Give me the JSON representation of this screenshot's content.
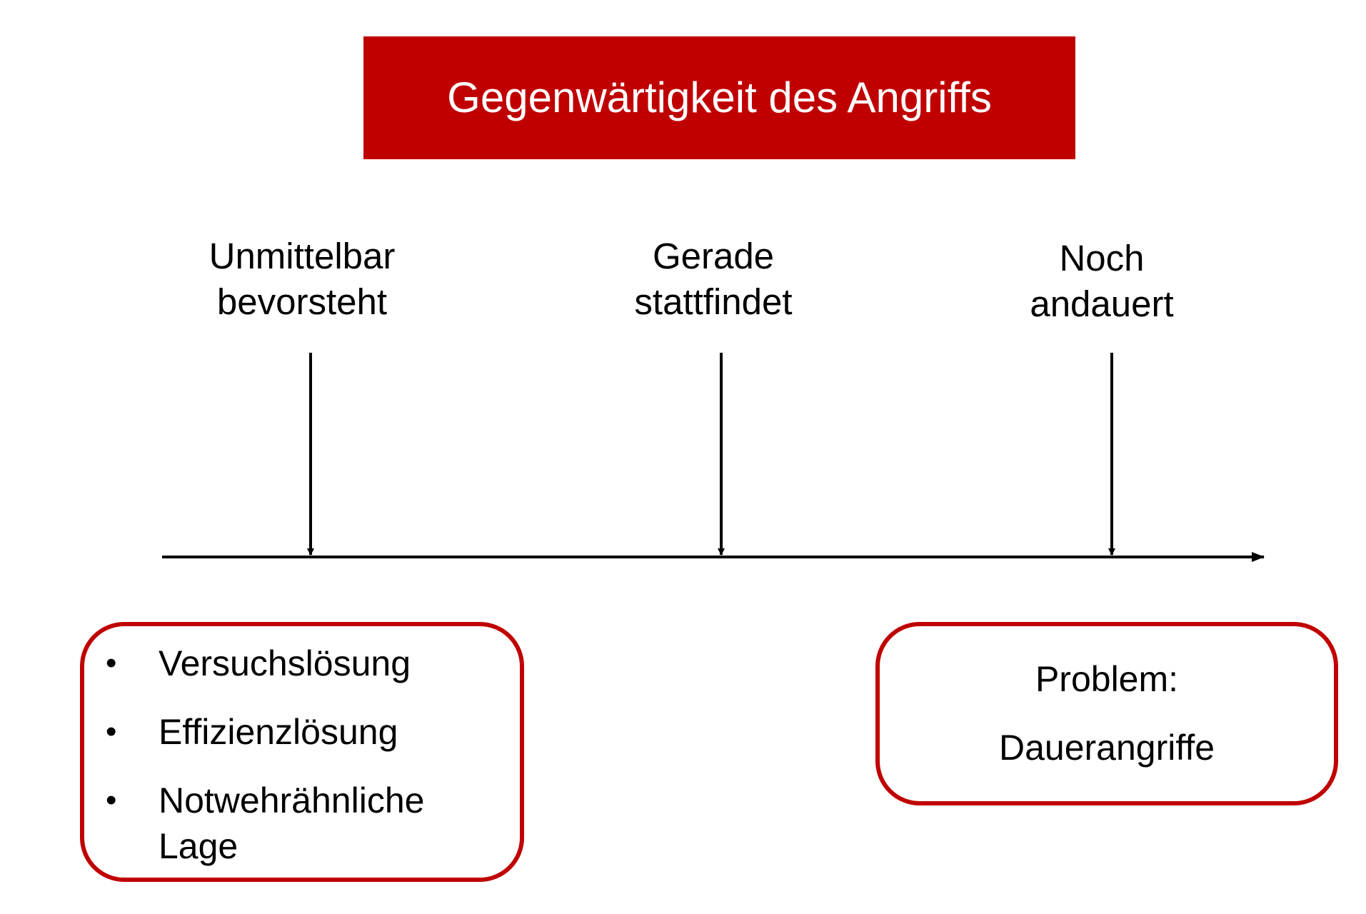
{
  "title": "Gegenwärtigkeit des Angriffs",
  "colors": {
    "accent": "#c00000",
    "text": "#000000",
    "background": "#ffffff"
  },
  "timeline": {
    "markers": [
      {
        "lines": [
          "Unmittelbar",
          "bevorsteht"
        ]
      },
      {
        "lines": [
          "Gerade",
          "stattfindet"
        ]
      },
      {
        "lines": [
          "Noch",
          "andauert"
        ]
      }
    ]
  },
  "left_box": {
    "items": [
      {
        "lines": [
          "Versuchslösung"
        ]
      },
      {
        "lines": [
          "Effizienzlösung"
        ]
      },
      {
        "lines": [
          "Notwehrähnliche",
          "Lage"
        ]
      }
    ]
  },
  "right_box": {
    "lines": [
      "Problem:",
      "Dauerangriffe"
    ]
  }
}
